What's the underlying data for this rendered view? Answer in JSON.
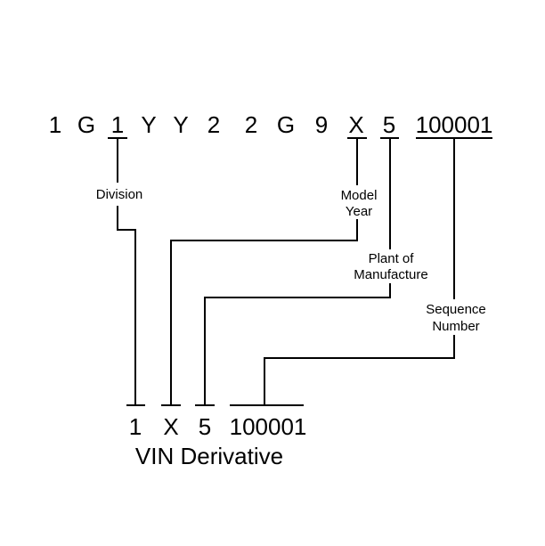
{
  "vin": {
    "chars": [
      "1",
      "G",
      "1",
      "Y",
      "Y",
      "2",
      "2",
      "G",
      "9",
      "X",
      "5"
    ],
    "sequence": "100001"
  },
  "labels": {
    "division": "Division",
    "model_year_line1": "Model",
    "model_year_line2": "Year",
    "plant_line1": "Plant of",
    "plant_line2": "Manufacture",
    "sequence_line1": "Sequence",
    "sequence_line2": "Number"
  },
  "derivative": {
    "division": "1",
    "model_year": "X",
    "plant": "5",
    "sequence": "100001",
    "title": "VIN Derivative"
  }
}
